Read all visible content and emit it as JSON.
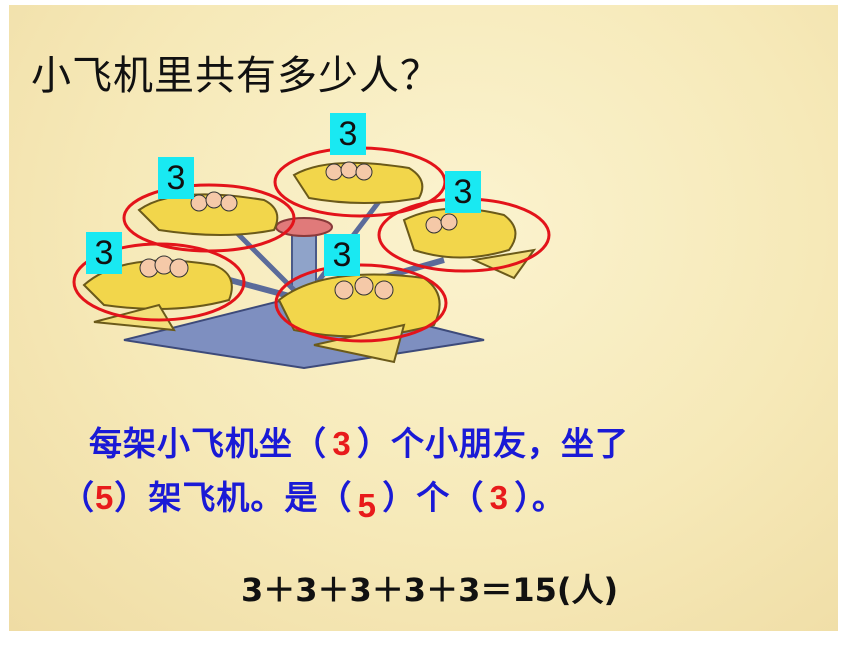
{
  "title": "小飞机里共有多少人？",
  "badges": [
    "3",
    "3",
    "3",
    "3",
    "3"
  ],
  "sentence": {
    "line1_a": "每架小飞机坐（",
    "line1_ans": "3",
    "line1_b": "）个小朋友，坐了",
    "line2_open": "（",
    "line2_ans1": "5",
    "line2_b": "）架飞机。是（",
    "line2_ans2": "5",
    "line2_c": "）个（",
    "line2_ans3": "3",
    "line2_d": "）。"
  },
  "equation": "3＋3＋3＋3＋3＝15(人)",
  "colors": {
    "badge": "#19e9f2",
    "circle": "#e3131a",
    "text_blue": "#1a1ad6",
    "answer_red": "#e81b1b"
  }
}
